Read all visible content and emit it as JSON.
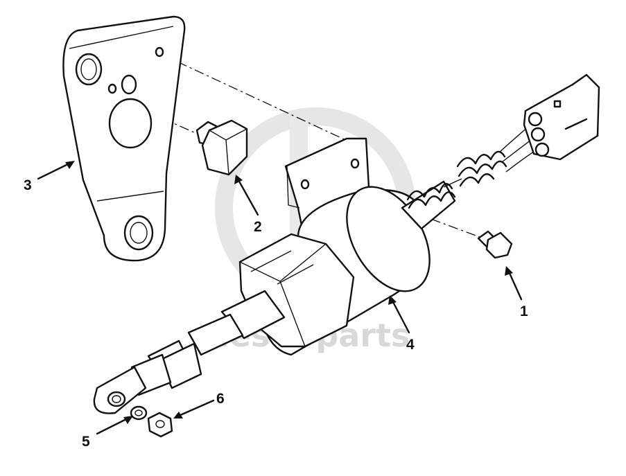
{
  "watermark": {
    "text": "diesel-parts"
  },
  "callouts": [
    {
      "id": "1",
      "label": "1"
    },
    {
      "id": "2",
      "label": "2"
    },
    {
      "id": "3",
      "label": "3"
    },
    {
      "id": "4",
      "label": "4"
    },
    {
      "id": "5",
      "label": "5"
    },
    {
      "id": "6",
      "label": "6"
    }
  ],
  "colors": {
    "ink": "#111111",
    "watermark": "#cfcfcf",
    "background": "#ffffff"
  }
}
